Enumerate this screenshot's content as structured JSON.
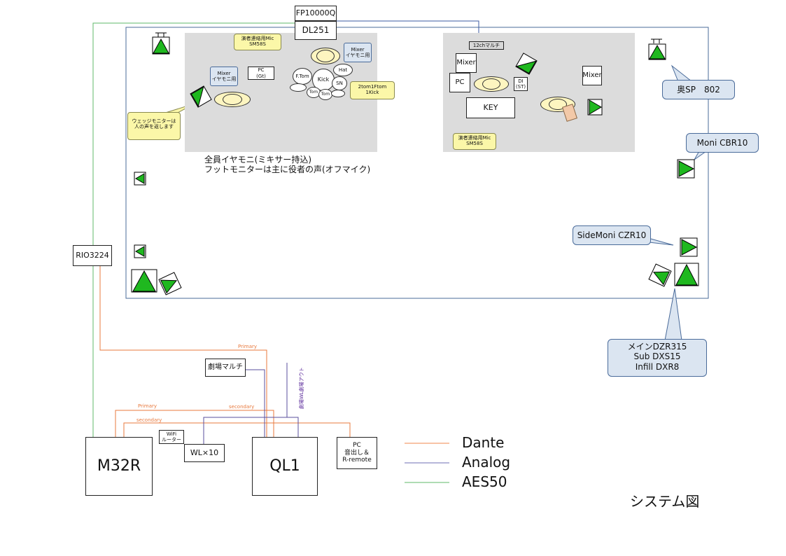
{
  "title": "システム図",
  "devices": {
    "fp10000q": "FP10000Q",
    "dl251": "DL251",
    "rio3224": "RIO3224",
    "m32r": "M32R",
    "ql1": "QL1",
    "wl10": "WL×10",
    "wifi_router": "WiFi\nルーター",
    "pc_playback": "PC\n音出し＆\nR-remote",
    "theater_multi": "劇場マルチ",
    "multi_12ch": "12chマルチ"
  },
  "stage_left": {
    "mic_callout": "演者連絡用Mic\nSM58S",
    "mixer_drums": "Mixer\nイヤモニ用",
    "mixer_gt": "Mixer\nイヤモニ用",
    "pc_gt": "PC\n(Gt)",
    "drum_kit": {
      "ftom": "F.Tom",
      "kick": "Kick",
      "hat": "Hat",
      "sn": "SN",
      "tom1": "Tom",
      "tom2": "Tom"
    },
    "drum_callout": "2tom1Ftom\n1Kick",
    "wedge_callout": "ウェッジモニターは\n人の声を返します"
  },
  "stage_right": {
    "mixer_key": "Mixer",
    "pc": "PC",
    "di": "DI\n(ST)",
    "key": "KEY",
    "mixer_right": "Mixer",
    "mic_callout": "演者連絡用Mic\nSM58S"
  },
  "notes": "全員イヤモニ(ミキサー持込)\nフットモニターは主に役者の声(オフマイク)",
  "speakers": {
    "okusp": "奥SP　802",
    "moni": "Moni CBR10",
    "sidemoni": "SideMoni CZR10",
    "main": "メインDZR315\nSub DXS15\nInfill DXR8"
  },
  "line_labels": {
    "primary_top": "Primary",
    "primary_mid": "Primary",
    "secondary_mid": "secondary",
    "secondary_low": "secondary",
    "vertical": "劇場WL劇場アウト"
  },
  "legend": [
    {
      "label": "Dante",
      "color": "#f0874e"
    },
    {
      "label": "Analog",
      "color": "#6f6fb5"
    },
    {
      "label": "AES50",
      "color": "#5fb86a"
    }
  ],
  "colors": {
    "dante": "#e8793d",
    "analog": "#5a4f9c",
    "aes50": "#5fb86a",
    "speaker_green": "#1fb81f",
    "callout_blue": "#dbe5f1",
    "callout_yellow": "#fbf7a8"
  }
}
